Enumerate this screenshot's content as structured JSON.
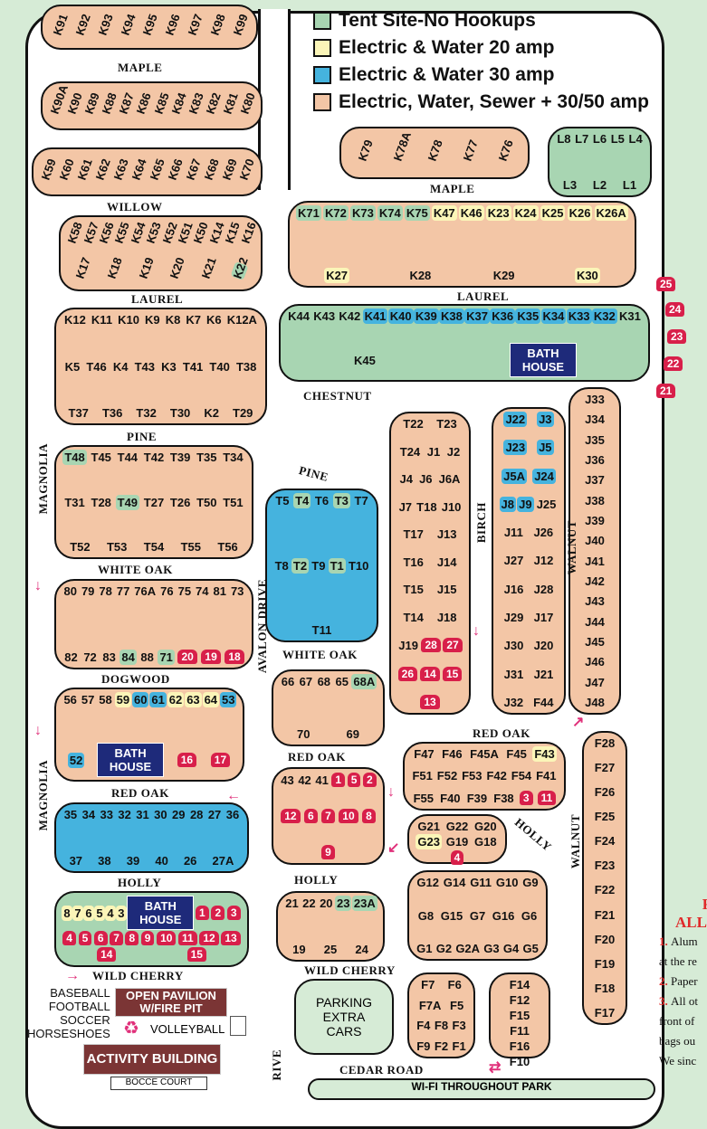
{
  "legend": [
    {
      "label": "Tent Site-No Hookups",
      "color": "#a8d5b2"
    },
    {
      "label": "Electric & Water 20 amp",
      "color": "#fbf5b8"
    },
    {
      "label": "Electric & Water 30 amp",
      "color": "#45b3de"
    },
    {
      "label": "Electric, Water, Sewer + 30/50 amp",
      "color": "#f3c6a6"
    }
  ],
  "type_colors": {
    "e": "#f3c6a6",
    "y": "#fbf5b8",
    "b": "#45b3de",
    "t": "#a8d5b2"
  },
  "streets": [
    {
      "id": "maple1",
      "text": "MAPLE"
    },
    {
      "id": "maple2",
      "text": "MAPLE"
    },
    {
      "id": "willow",
      "text": "WILLOW"
    },
    {
      "id": "laurel1",
      "text": "LAUREL"
    },
    {
      "id": "laurel2",
      "text": "LAUREL"
    },
    {
      "id": "pine1",
      "text": "PINE"
    },
    {
      "id": "pine2",
      "text": "PINE"
    },
    {
      "id": "chestnut",
      "text": "CHESTNUT"
    },
    {
      "id": "whiteoak1",
      "text": "WHITE OAK"
    },
    {
      "id": "whiteoak2",
      "text": "WHITE OAK"
    },
    {
      "id": "dogwood",
      "text": "DOGWOOD"
    },
    {
      "id": "redoak1",
      "text": "RED OAK"
    },
    {
      "id": "redoak2",
      "text": "RED OAK"
    },
    {
      "id": "redoak3",
      "text": "RED OAK"
    },
    {
      "id": "holly1",
      "text": "HOLLY"
    },
    {
      "id": "holly2",
      "text": "HOLLY"
    },
    {
      "id": "holly3",
      "text": "HOLLY"
    },
    {
      "id": "wildcherry1",
      "text": "WILD CHERRY"
    },
    {
      "id": "wildcherry2",
      "text": "WILD CHERRY"
    },
    {
      "id": "cedar",
      "text": "CEDAR ROAD"
    },
    {
      "id": "magnolia1",
      "text": "MAGNOLIA"
    },
    {
      "id": "magnolia2",
      "text": "MAGNOLIA"
    },
    {
      "id": "avalon",
      "text": "AVALON DRIVE"
    },
    {
      "id": "birch",
      "text": "BIRCH"
    },
    {
      "id": "walnut1",
      "text": "WALNUT"
    },
    {
      "id": "walnut2",
      "text": "WALNUT"
    },
    {
      "id": "drive",
      "text": "RIVE"
    }
  ],
  "blocks": [
    {
      "id": "k91",
      "type": "e",
      "sites": [
        "K91",
        "K92",
        "K93",
        "K94",
        "K95",
        "K96",
        "K97",
        "K98",
        "K99"
      ]
    },
    {
      "id": "k90",
      "type": "e",
      "sites": [
        "K90A",
        "K90",
        "K89",
        "K88",
        "K87",
        "K86",
        "K85",
        "K84",
        "K83",
        "K82",
        "K81",
        "K80"
      ]
    },
    {
      "id": "k59",
      "type": "e",
      "sites": [
        "K59",
        "K60",
        "K61",
        "K62",
        "K63",
        "K64",
        "K65",
        "K66",
        "K67",
        "K68",
        "K69",
        "K70"
      ]
    },
    {
      "id": "k50",
      "type": "e",
      "sites": [
        "K58",
        "K57",
        "K56",
        "K55",
        "K54",
        "K53",
        "K52",
        "K51",
        "K50",
        "K14",
        "K15",
        "K16",
        "K17",
        "K18",
        "K19",
        "K20",
        "K21",
        {
          "id": "K22",
          "type": "t"
        }
      ]
    },
    {
      "id": "k12",
      "type": "e",
      "sites": [
        "K12",
        "K11",
        "K10",
        "K9",
        "K8",
        "K7",
        "K6",
        "K12A",
        "K5",
        "T46",
        "K4",
        "T43",
        "K3",
        "T41",
        "T40",
        "T38",
        "T37",
        "T36",
        "T32",
        "T30",
        "K2",
        "T29"
      ]
    },
    {
      "id": "t48",
      "type": "e",
      "sites": [
        {
          "id": "T48",
          "type": "t"
        },
        "T45",
        "T44",
        "T42",
        "T39",
        "T35",
        "T34",
        "T31",
        "T28",
        {
          "id": "T49",
          "type": "t"
        },
        "T27",
        "T26",
        "T50",
        "T51",
        "T52",
        "T53",
        "T54",
        "T55",
        "T56"
      ]
    },
    {
      "id": "w80",
      "type": "e",
      "sites": [
        "80",
        "79",
        "78",
        "77",
        "76A",
        "76",
        "75",
        "74",
        "81",
        "73",
        "82",
        "72",
        "83",
        {
          "id": "84",
          "type": "t"
        },
        "88",
        {
          "id": "71",
          "type": "t"
        }
      ],
      "markers": [
        "20",
        "19",
        "18"
      ]
    },
    {
      "id": "d56",
      "type": "e",
      "sites": [
        "56",
        "57",
        "58",
        {
          "id": "59",
          "type": "y"
        },
        {
          "id": "60",
          "type": "b"
        },
        {
          "id": "61",
          "type": "b"
        },
        {
          "id": "62",
          "type": "y"
        },
        {
          "id": "63",
          "type": "y"
        },
        {
          "id": "64",
          "type": "y"
        },
        {
          "id": "53",
          "type": "b"
        },
        {
          "id": "52",
          "type": "b"
        }
      ],
      "markers": [
        "16",
        "17"
      ]
    },
    {
      "id": "r35",
      "type": "b",
      "sites": [
        "35",
        "34",
        "33",
        "32",
        "31",
        "30",
        "29",
        "28",
        "27",
        "36",
        "37",
        "38",
        "39",
        "40",
        "26",
        "27A"
      ]
    },
    {
      "id": "h8",
      "type": "t",
      "sites": [
        {
          "id": "8",
          "type": "y"
        },
        {
          "id": "7",
          "type": "y"
        },
        {
          "id": "6",
          "type": "y"
        },
        {
          "id": "5",
          "type": "y"
        },
        {
          "id": "4",
          "type": "y"
        },
        {
          "id": "3",
          "type": "y"
        }
      ],
      "markers": [
        "1",
        "2",
        "3",
        "4",
        "5",
        "6",
        "7",
        "8",
        "9",
        "10",
        "11",
        "12",
        "13",
        "14",
        "15"
      ]
    },
    {
      "id": "k79",
      "type": "e",
      "sites": [
        "K79",
        "K78A",
        "K78",
        "K77",
        "K76"
      ]
    },
    {
      "id": "lsites",
      "type": "t",
      "sites": [
        "L8",
        "L7",
        "L6",
        "L5",
        "L4",
        "L3",
        "L2",
        "L1"
      ]
    },
    {
      "id": "k71",
      "type": "e",
      "sites": [
        {
          "id": "K71",
          "type": "t"
        },
        {
          "id": "K72",
          "type": "t"
        },
        {
          "id": "K73",
          "type": "t"
        },
        {
          "id": "K74",
          "type": "t"
        },
        {
          "id": "K75",
          "type": "t"
        },
        {
          "id": "K47",
          "type": "y"
        },
        {
          "id": "K46",
          "type": "y"
        },
        {
          "id": "K23",
          "type": "y"
        },
        {
          "id": "K24",
          "type": "y"
        },
        {
          "id": "K25",
          "type": "y"
        },
        {
          "id": "K26",
          "type": "y"
        },
        {
          "id": "K26A",
          "type": "y"
        },
        {
          "id": "K27",
          "type": "y"
        },
        "K28",
        "K29",
        {
          "id": "K30",
          "type": "y"
        }
      ]
    },
    {
      "id": "k44",
      "type": "t",
      "sites": [
        "K44",
        "K43",
        "K42",
        {
          "id": "K41",
          "type": "b"
        },
        {
          "id": "K40",
          "type": "b"
        },
        {
          "id": "K39",
          "type": "b"
        },
        {
          "id": "K38",
          "type": "b"
        },
        {
          "id": "K37",
          "type": "b"
        },
        {
          "id": "K36",
          "type": "b"
        },
        {
          "id": "K35",
          "type": "b"
        },
        {
          "id": "K34",
          "type": "b"
        },
        {
          "id": "K33",
          "type": "b"
        },
        {
          "id": "K32",
          "type": "b"
        },
        "K31",
        "K45"
      ]
    },
    {
      "id": "j33",
      "type": "e",
      "sites": [
        "J33",
        "J34",
        "J35",
        "J36",
        "J37",
        "J38",
        "J39",
        "J40",
        "J41",
        "J42",
        "J43",
        "J44",
        "J45",
        "J46",
        "J47",
        "J48"
      ]
    },
    {
      "id": "j22",
      "type": "e",
      "sites": [
        {
          "id": "J22",
          "type": "b"
        },
        {
          "id": "J3",
          "type": "b"
        },
        {
          "id": "J23",
          "type": "b"
        },
        {
          "id": "J5",
          "type": "b"
        },
        {
          "id": "J5A",
          "type": "b"
        },
        {
          "id": "J24",
          "type": "b"
        },
        {
          "id": "J8",
          "type": "b"
        },
        {
          "id": "J9",
          "type": "b"
        },
        "J25",
        "J11",
        "J26",
        "J27",
        "J12",
        "J16",
        "J28",
        "J29",
        "J17",
        "J30",
        "J20",
        "J31",
        "J21",
        "J32",
        "F44"
      ]
    },
    {
      "id": "t22",
      "type": "e",
      "sites": [
        "T22",
        "T23",
        "T24",
        "J1",
        "J2",
        "J4",
        "J6",
        "J6A",
        "J7",
        "T18",
        "J10",
        "T17",
        "J13",
        "T16",
        "J14",
        "T15",
        "J15",
        "T14",
        "J18",
        "J19"
      ],
      "markers": [
        "28",
        "27",
        "26",
        "14",
        "15",
        "13"
      ]
    },
    {
      "id": "t5",
      "type": "b",
      "sites": [
        "T5",
        {
          "id": "T4",
          "type": "t"
        },
        "T6",
        {
          "id": "T3",
          "type": "t"
        },
        "T7",
        "T8",
        {
          "id": "T2",
          "type": "t"
        },
        "T9",
        {
          "id": "T1",
          "type": "t"
        },
        "T10",
        "T11"
      ]
    },
    {
      "id": "s66",
      "type": "e",
      "sites": [
        "66",
        "67",
        "68",
        "65",
        {
          "id": "68A",
          "type": "t"
        },
        "70",
        "69"
      ]
    },
    {
      "id": "s43",
      "type": "e",
      "sites": [
        "43",
        "42",
        "41"
      ],
      "markers": [
        "1",
        "5",
        "2",
        "12",
        "6",
        "7",
        "10",
        "8",
        "9"
      ]
    },
    {
      "id": "f51",
      "type": "e",
      "sites": [
        "F47",
        "F46",
        "F45A",
        "F45",
        {
          "id": "F43",
          "type": "y"
        },
        "F51",
        "F52",
        "F53",
        "F42",
        "F54",
        "F41",
        "F55",
        "F40",
        "F39",
        "F38"
      ],
      "markers": [
        "3",
        "11"
      ]
    },
    {
      "id": "g21",
      "type": "e",
      "sites": [
        "G21",
        "G22",
        "G20",
        {
          "id": "G23",
          "type": "y"
        },
        "G19",
        "G18"
      ],
      "markers": [
        "4"
      ]
    },
    {
      "id": "s21",
      "type": "e",
      "sites": [
        "21",
        "22",
        "20",
        {
          "id": "23",
          "type": "t"
        },
        {
          "id": "23A",
          "type": "t"
        },
        "19",
        "25",
        "24"
      ]
    },
    {
      "id": "g12",
      "type": "e",
      "sites": [
        "G12",
        "G14",
        "G11",
        "G10",
        "G9",
        "G8",
        "G15",
        "G7",
        "G16",
        "G6",
        "G1",
        "G2",
        "G2A",
        "G3",
        "G4",
        "G5"
      ]
    },
    {
      "id": "f28",
      "type": "e",
      "sites": [
        "F28",
        "F27",
        "F26",
        "F25",
        "F24",
        "F23",
        "F22",
        "F21",
        "F20",
        "F19",
        "F18",
        "F17"
      ]
    },
    {
      "id": "f7",
      "type": "e",
      "sites": [
        "F7",
        "F6",
        "F7A",
        "F5",
        "F4",
        "F8",
        "F3",
        "F9",
        "F2",
        "F1"
      ]
    },
    {
      "id": "f14",
      "type": "e",
      "sites": [
        "F14",
        "F12",
        "F15",
        "F11",
        "F16",
        "F10"
      ]
    }
  ],
  "tent_markers_right": [
    "25",
    "24",
    "23",
    "22",
    "21"
  ],
  "bath_houses": [
    {
      "id": "bath1",
      "label": "BATH HOUSE"
    },
    {
      "id": "bath2",
      "label": "BATH HOUSE"
    },
    {
      "id": "bath3",
      "label": "BATH HOUSE"
    }
  ],
  "facilities": {
    "pavilion": "OPEN PAVILION W/FIRE PIT",
    "activity": "ACTIVITY BUILDING",
    "parking": "PARKING EXTRA CARS",
    "sports": [
      "BASEBALL",
      "FOOTBALL",
      "SOCCER",
      "HORSESHOES"
    ],
    "volleyball": "VOLLEYBALL",
    "bocce": "BOCCE COURT",
    "wifi": "WI-FI THROUGHOUT PARK"
  },
  "recycle": {
    "title1": "R",
    "title2": "ALL",
    "items": [
      {
        "num": "1.",
        "text": "Alum"
      },
      {
        "num": "",
        "text": "at the re"
      },
      {
        "num": "2.",
        "text": "Paper"
      },
      {
        "num": "3.",
        "text": "All ot"
      },
      {
        "num": "",
        "text": "front of"
      },
      {
        "num": "",
        "text": "bags ou"
      },
      {
        "num": "",
        "text": "We sinc"
      }
    ]
  }
}
